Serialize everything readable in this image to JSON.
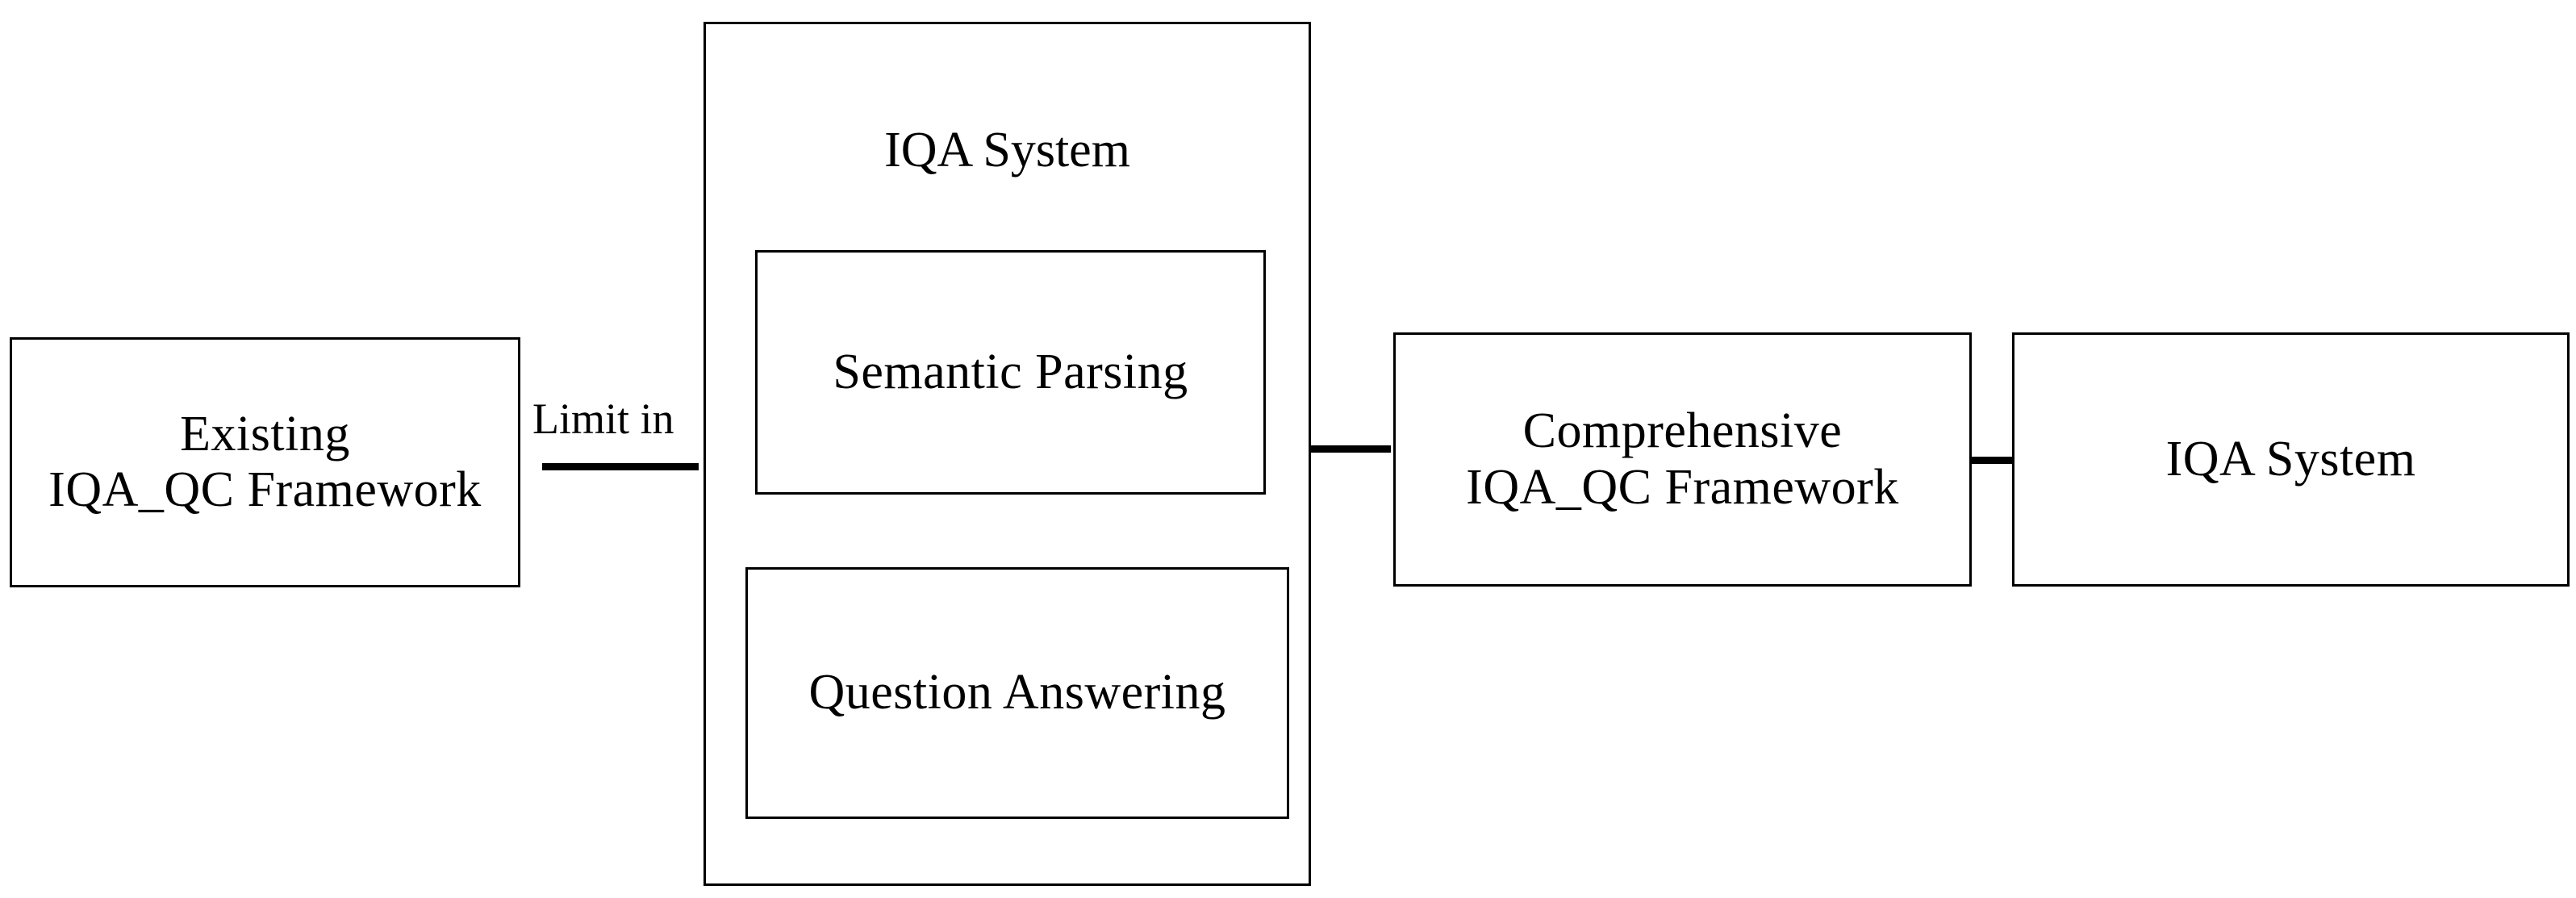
{
  "diagram": {
    "type": "flowchart",
    "title": "",
    "colors": {
      "stroke": "#000000",
      "fill": "#ffffff",
      "text": "#000000"
    },
    "nodes": [
      {
        "id": "existing-framework",
        "label": "Existing\nIQA_QC Framework",
        "shape": "rectangle"
      },
      {
        "id": "iqa-system-outer",
        "label": "IQA System",
        "shape": "rectangle"
      },
      {
        "id": "semantic-parsing",
        "label": "Semantic Parsing",
        "shape": "rectangle"
      },
      {
        "id": "question-answering",
        "label": "Question Answering",
        "shape": "rectangle"
      },
      {
        "id": "comprehensive-framework",
        "label": "Comprehensive\nIQA_QC Framework",
        "shape": "rectangle"
      },
      {
        "id": "iqa-system-right",
        "label": "IQA System",
        "shape": "rectangle"
      }
    ],
    "edges": [
      {
        "id": "edge-limit-in",
        "from": "existing-framework",
        "to": "iqa-system-outer",
        "label": "Limit in",
        "arrowhead": "open-triangle",
        "direction": "right"
      },
      {
        "id": "edge-system-to-comprehensive",
        "from": "iqa-system-outer",
        "to": "comprehensive-framework",
        "label": "",
        "arrowhead": "open-triangle",
        "direction": "right"
      },
      {
        "id": "edge-comprehensive-to-system",
        "from": "comprehensive-framework",
        "to": "iqa-system-right",
        "label": "",
        "arrowhead": "open-triangle",
        "direction": "right"
      }
    ]
  }
}
